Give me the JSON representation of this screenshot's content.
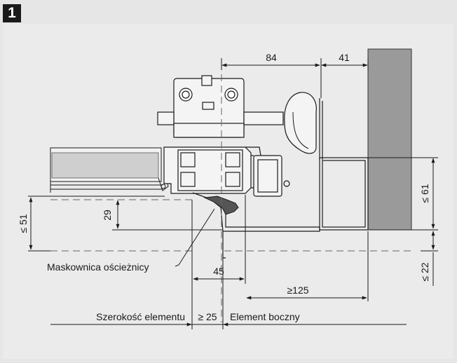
{
  "figure": {
    "number": "1"
  },
  "dimensions": {
    "d84": "84",
    "d41": "41",
    "d29": "29",
    "d51": "≤ 51",
    "d61": "≤ 61",
    "d22": "≤ 22",
    "d45": "45",
    "d125": "≥125",
    "d25": "≥ 25"
  },
  "labels": {
    "maskownica": "Maskownica ościeżnicy",
    "szerokosc": "Szerokość elementu",
    "element_boczny": "Element boczny"
  },
  "colors": {
    "background": "#e6e6e6",
    "panel": "#ebebeb",
    "wall": "#9a9a9a",
    "panel_fill": "#cfcfcf",
    "line": "#1a1a1a"
  }
}
